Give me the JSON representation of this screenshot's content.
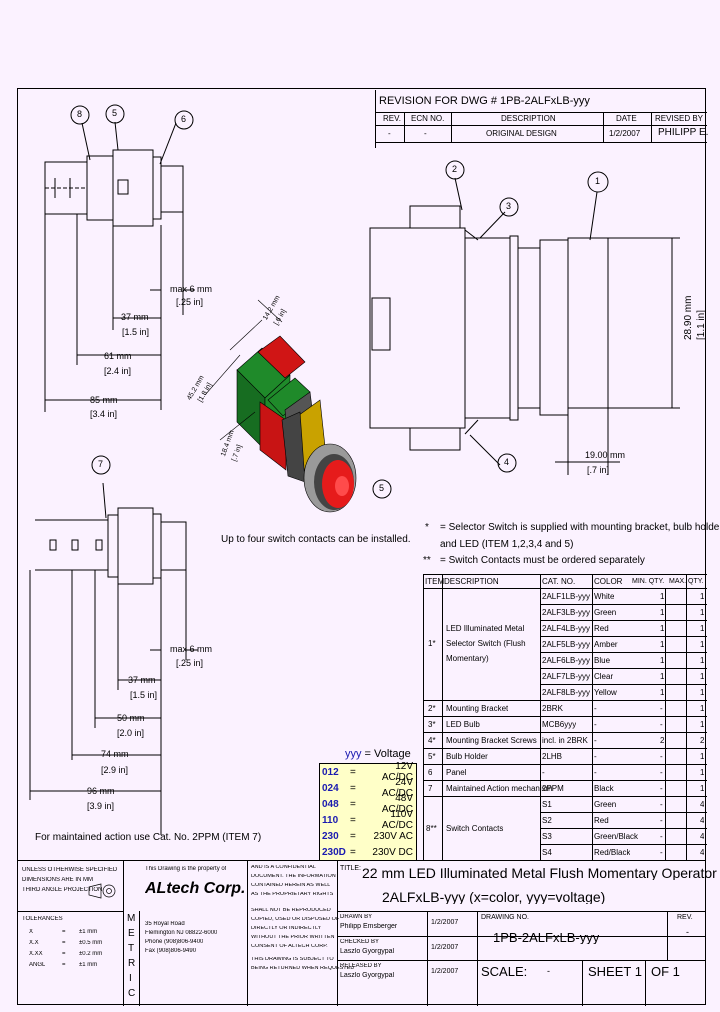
{
  "revision": {
    "title": "REVISION FOR DWG #  1PB-2ALFxLB-yyy",
    "headers": [
      "REV.",
      "ECN NO.",
      "DESCRIPTION",
      "DATE",
      "REVISED BY"
    ],
    "row": [
      "-",
      "-",
      "ORIGINAL DESIGN",
      "1/2/2007",
      "PHILIPP E."
    ]
  },
  "balloons": [
    "8",
    "5",
    "6",
    "2",
    "3",
    "1",
    "4",
    "5",
    "7"
  ],
  "dims_top": {
    "max6": "max 6 mm",
    "max6_in": "[.25 in]",
    "d37": "37 mm",
    "d37_in": "[1.5 in]",
    "d61": "61 mm",
    "d61_in": "[2.4 in]",
    "d85": "85 mm",
    "d85_in": "[3.4 in]"
  },
  "dims_side": {
    "h2890": "28.90 mm",
    "h2890_in": "[1.1 in]",
    "d1900": "19.00 mm",
    "d1900_in": "[.7 in]"
  },
  "dims_iso": {
    "a": "14.2 mm",
    "a_in": "[.6 in]",
    "b": "45.2 mm",
    "b_in": "[1.8 in]",
    "c": "18.4 mm",
    "c_in": "[.7 in]"
  },
  "dims_bottom": {
    "max6": "max 6 mm",
    "max6_in": "[.25 in]",
    "d37": "37 mm",
    "d37_in": "[1.5 in]",
    "d50": "50 mm",
    "d50_in": "[2.0 in]",
    "d74": "74 mm",
    "d74_in": "[2.9 in]",
    "d96": "96 mm",
    "d96_in": "[3.9 in]"
  },
  "contacts_note": "Up to four switch contacts can be installed.",
  "notes": [
    {
      "mark": "*",
      "text": "= Selector Switch is supplied with mounting bracket, bulb holder"
    },
    {
      "mark": "",
      "text": "and LED (ITEM 1,2,3,4 and 5)"
    },
    {
      "mark": "**",
      "text": "= Switch Contacts must be ordered separately"
    }
  ],
  "maint_note": "For maintained action use Cat. No. 2PPM (ITEM 7)",
  "voltage": {
    "title_y": "yyy",
    "title_rest": " = Voltage",
    "rows": [
      {
        "code": "012",
        "val": "12V AC/DC"
      },
      {
        "code": "024",
        "val": "24V AC/DC"
      },
      {
        "code": "048",
        "val": "48V AC/DC"
      },
      {
        "code": "110",
        "val": "110V AC/DC"
      },
      {
        "code": "230",
        "val": "230V AC"
      },
      {
        "code": "230D",
        "val": "230V DC"
      }
    ]
  },
  "bom": {
    "headers": [
      "ITEM",
      "DESCRIPTION",
      "CAT. NO.",
      "COLOR",
      "MIN. QTY.",
      "MAX. QTY."
    ],
    "item1_num": "1*",
    "item1_desc": [
      "LED Illuminated Metal",
      "Selector Switch (Flush",
      "Momentary)"
    ],
    "item1_rows": [
      {
        "cat": "2ALF1LB-yyy",
        "color": "White",
        "min": "1",
        "max": "1"
      },
      {
        "cat": "2ALF3LB-yyy",
        "color": "Green",
        "min": "1",
        "max": "1"
      },
      {
        "cat": "2ALF4LB-yyy",
        "color": "Red",
        "min": "1",
        "max": "1"
      },
      {
        "cat": "2ALF5LB-yyy",
        "color": "Amber",
        "min": "1",
        "max": "1"
      },
      {
        "cat": "2ALF6LB-yyy",
        "color": "Blue",
        "min": "1",
        "max": "1"
      },
      {
        "cat": "2ALF7LB-yyy",
        "color": "Clear",
        "min": "1",
        "max": "1"
      },
      {
        "cat": "2ALF8LB-yyy",
        "color": "Yellow",
        "min": "1",
        "max": "1"
      }
    ],
    "rows": [
      {
        "item": "2*",
        "desc": "Mounting Bracket",
        "cat": "2BRK",
        "color": "-",
        "min": "-",
        "max": "1"
      },
      {
        "item": "3*",
        "desc": "LED Bulb",
        "cat": "MCB6yyy",
        "color": "-",
        "min": "-",
        "max": "1"
      },
      {
        "item": "4*",
        "desc": "Mounting Bracket Screws",
        "cat": "incl. in 2BRK",
        "color": "-",
        "min": "2",
        "max": "2"
      },
      {
        "item": "5*",
        "desc": "Bulb Holder",
        "cat": "2LHB",
        "color": "-",
        "min": "-",
        "max": "1"
      },
      {
        "item": "6",
        "desc": "Panel",
        "cat": "-",
        "color": "-",
        "min": "-",
        "max": "1"
      },
      {
        "item": "7",
        "desc": "Maintained Action mechanism",
        "cat": "2PPM",
        "color": "Black",
        "min": "-",
        "max": "1"
      }
    ],
    "item8_num": "8**",
    "item8_desc": "Switch Contacts",
    "item8_rows": [
      {
        "cat": "S1",
        "color": "Green",
        "min": "-",
        "max": "4"
      },
      {
        "cat": "S2",
        "color": "Red",
        "min": "-",
        "max": "4"
      },
      {
        "cat": "S3",
        "color": "Green/Black",
        "min": "-",
        "max": "4"
      },
      {
        "cat": "S4",
        "color": "Red/Black",
        "min": "-",
        "max": "4"
      }
    ]
  },
  "titleblock": {
    "unless": [
      "UNLESS OTHERWISE SPECIFIED",
      "DIMENSIONS ARE IN MM",
      "THIRD ANGLE PROJECTION"
    ],
    "tolerances_title": "TOLERANCES",
    "tolerances": [
      [
        "X",
        "=",
        "±1 mm"
      ],
      [
        "X.X",
        "=",
        "±0.5 mm"
      ],
      [
        "X.XX",
        "=",
        "±0.2 mm"
      ],
      [
        "ANGL",
        "=",
        "±1 mm"
      ]
    ],
    "metric": [
      "M",
      "E",
      "T",
      "R",
      "I",
      "C"
    ],
    "property": [
      "This Drawing is the property of"
    ],
    "company": "ALtech Corp.",
    "address": [
      "35 Royal Road",
      "Flemington NJ 08822-6000",
      "Phone (908)806-9400",
      "Fax (908)806-9490"
    ],
    "confidential": [
      "AND IS A CONFIDENTIAL",
      "DOCUMENT. THE INFORMATION",
      "CONTAINED HEREIN AS WELL",
      "AS THE PROPRIETARY RIGHTS",
      "SHALL NOT BE REPRODUCED",
      "COPIED, USED OR DISPOSED OF",
      "DIRECTLY OR INDIRECTLY",
      "WITHOUT THE PRIOR WRITTEN",
      "CONSENT OF ALTECH CORP.",
      "THIS DRAWING IS SUBJECT TO",
      "BEING RETURNED WHEN REQUESTED"
    ],
    "drawn_by_label": "DRAWN BY",
    "drawn_by": "Philipp Emsberger",
    "drawn_date": "1/2/2007",
    "checked_by_label": "CHECKED BY",
    "checked_by": "Laszlo Gyorgypal",
    "checked_date": "1/2/2007",
    "released_by_label": "RELEASED BY",
    "released_by": "Laszlo Gyorgypal",
    "released_date": "1/2/2007",
    "title_label": "TITLE:",
    "title_line1": "22 mm LED Illuminated Metal Flush Momentary Operator",
    "title_line2": "2ALFxLB-yyy (x=color, yyy=voltage)",
    "drawing_no_label": "DRAWING NO.",
    "drawing_no": "1PB-2ALFxLB-yyy",
    "rev_label": "REV.",
    "rev": "-",
    "scale_label": "SCALE:",
    "scale": "-",
    "sheet_label": "SHEET 1",
    "of_label": "OF 1"
  },
  "colors": {
    "bg": "#fbf2ff",
    "green": "#1f8a2a",
    "red": "#d01515",
    "yellow": "#ffffc8",
    "blue": "#1a1ab0"
  }
}
